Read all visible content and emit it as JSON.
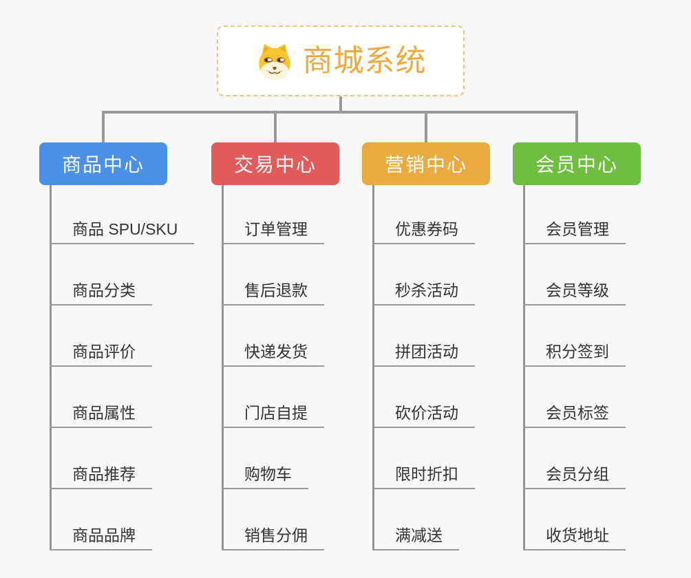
{
  "canvas": {
    "background": "#f8f8f8",
    "connector_color": "#999999"
  },
  "root": {
    "title": "商城系统",
    "icon": "dog-face-icon",
    "title_color": "#f0a93e",
    "border_color": "#f3c47c",
    "background": "#ffffff"
  },
  "branches": [
    {
      "label": "商品中心",
      "color": "#4a90e6",
      "items": [
        "商品 SPU/SKU",
        "商品分类",
        "商品评价",
        "商品属性",
        "商品推荐",
        "商品品牌"
      ]
    },
    {
      "label": "交易中心",
      "color": "#e25b5b",
      "items": [
        "订单管理",
        "售后退款",
        "快递发货",
        "门店自提",
        "购物车",
        "销售分佣"
      ]
    },
    {
      "label": "营销中心",
      "color": "#ebaa3f",
      "items": [
        "优惠券码",
        "秒杀活动",
        "拼团活动",
        "砍价活动",
        "限时折扣",
        "满减送"
      ]
    },
    {
      "label": "会员中心",
      "color": "#6fbe41",
      "items": [
        "会员管理",
        "会员等级",
        "积分签到",
        "会员标签",
        "会员分组",
        "收货地址"
      ]
    }
  ]
}
